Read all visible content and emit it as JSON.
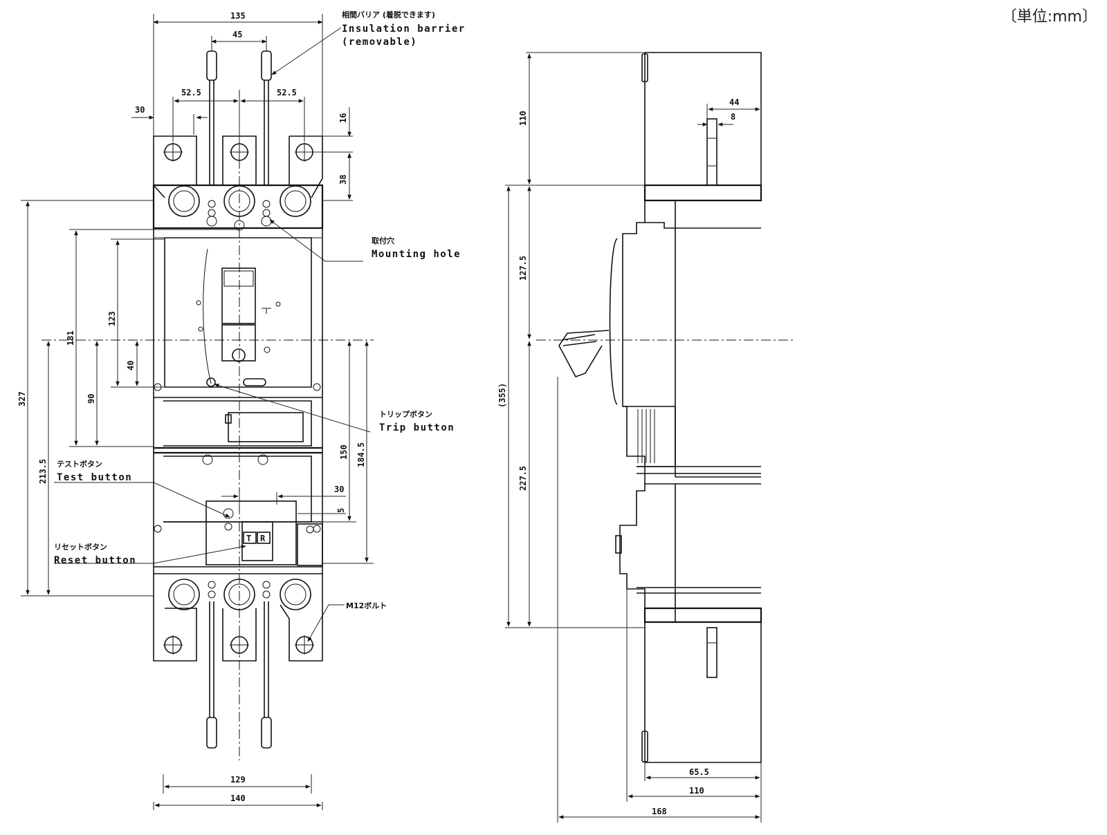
{
  "unit_label": "〔単位:mm〕",
  "callouts": {
    "barrier_jp": "相間バリア (着脱できます)",
    "barrier_en1": "Insulation barrier",
    "barrier_en2": "(removable)",
    "mount_jp": "取付穴",
    "mount_en": "Mounting hole",
    "trip_jp": "トリップボタン",
    "trip_en": "Trip button",
    "test_jp": "テストボタン",
    "test_en": "Test button",
    "reset_jp": "リセットボタン",
    "reset_en": "Reset button",
    "bolt_jp": "M12ボルト"
  },
  "switch_marks": {
    "t": "T",
    "r": "R"
  },
  "front_dims": {
    "d135": "135",
    "d45": "45",
    "d52a": "52.5",
    "d52b": "52.5",
    "d30top": "30",
    "d16": "16",
    "d38": "38",
    "d327": "327",
    "d181": "181",
    "d123": "123",
    "d40": "40",
    "d90": "90",
    "d213": "213.5",
    "d150": "150",
    "d184": "184.5",
    "d30mid": "30",
    "d5": "5",
    "d129": "129",
    "d140": "140"
  },
  "side_dims": {
    "d110v": "110",
    "d127": "127.5",
    "d355": "(355)",
    "d227": "227.5",
    "d44": "44",
    "d8": "8",
    "d65": "65.5",
    "d110h": "110",
    "d168": "168"
  }
}
